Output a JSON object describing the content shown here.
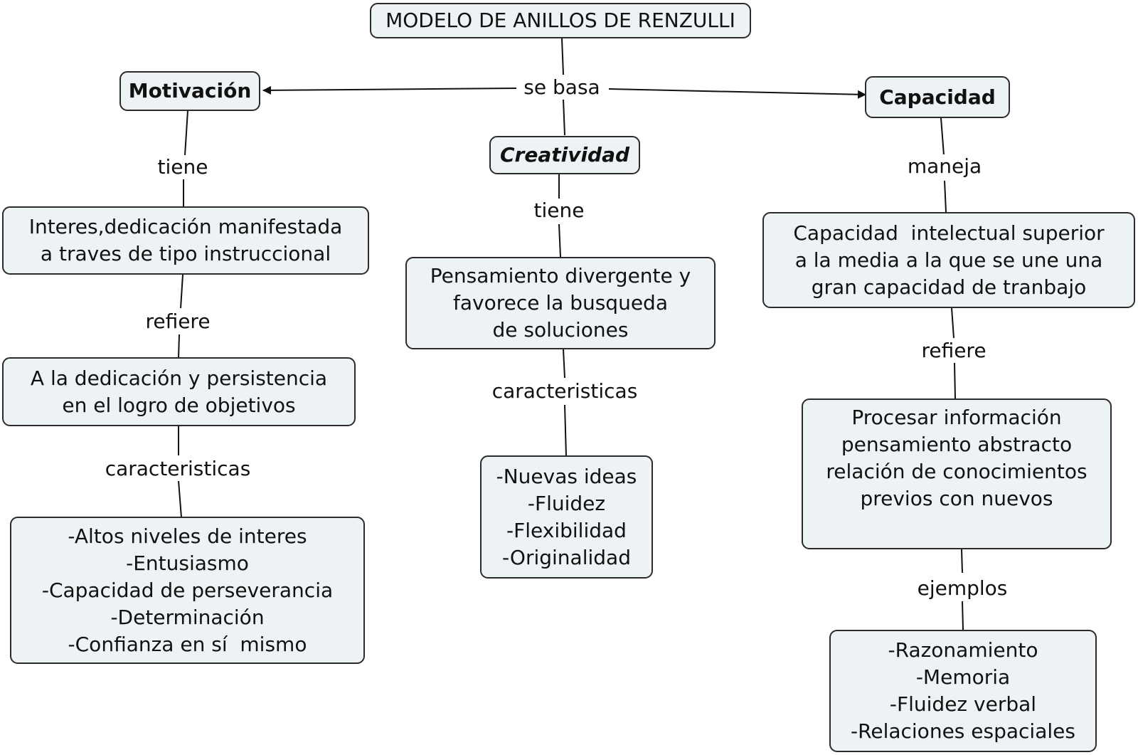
{
  "nodes": {
    "root": {
      "lines": [
        "MODELO DE ANILLOS DE RENZULLI"
      ]
    },
    "motivacion": {
      "lines": [
        "Motivación"
      ]
    },
    "creatividad": {
      "lines": [
        "Creatividad"
      ]
    },
    "capacidad": {
      "lines": [
        "Capacidad"
      ]
    },
    "mot_interes": {
      "lines": [
        "Interes,dedicación manifestada",
        "a traves de tipo instruccional"
      ]
    },
    "mot_dedicacion": {
      "lines": [
        "A la dedicación y persistencia",
        "en el logro de objetivos"
      ]
    },
    "mot_caracteristicas": {
      "lines": [
        "-Altos niveles de interes",
        "-Entusiasmo",
        "-Capacidad de perseverancia",
        "-Determinación",
        "-Confianza en sí  mismo"
      ]
    },
    "cre_pensamiento": {
      "lines": [
        "Pensamiento divergente y",
        "favorece la busqueda",
        "de soluciones"
      ]
    },
    "cre_caracteristicas": {
      "lines": [
        "-Nuevas ideas",
        "-Fluidez",
        "-Flexibilidad",
        "-Originalidad"
      ]
    },
    "cap_intelectual": {
      "lines": [
        "Capacidad  intelectual superior",
        "a la media a la que se une una",
        "gran capacidad de tranbajo"
      ]
    },
    "cap_procesar": {
      "lines": [
        "Procesar información",
        "pensamiento abstracto",
        "relación de conocimientos",
        "previos con nuevos"
      ]
    },
    "cap_ejemplos": {
      "lines": [
        "-Razonamiento",
        "-Memoria",
        "-Fluidez verbal",
        "-Relaciones espaciales"
      ]
    }
  },
  "links": {
    "se_basa": "se basa",
    "mot_tiene": "tiene",
    "mot_refiere": "refiere",
    "mot_caracteristicas": "caracteristicas",
    "cre_tiene": "tiene",
    "cre_caracteristicas": "caracteristicas",
    "cap_maneja": "maneja",
    "cap_refiere": "refiere",
    "cap_ejemplos": "ejemplos"
  }
}
